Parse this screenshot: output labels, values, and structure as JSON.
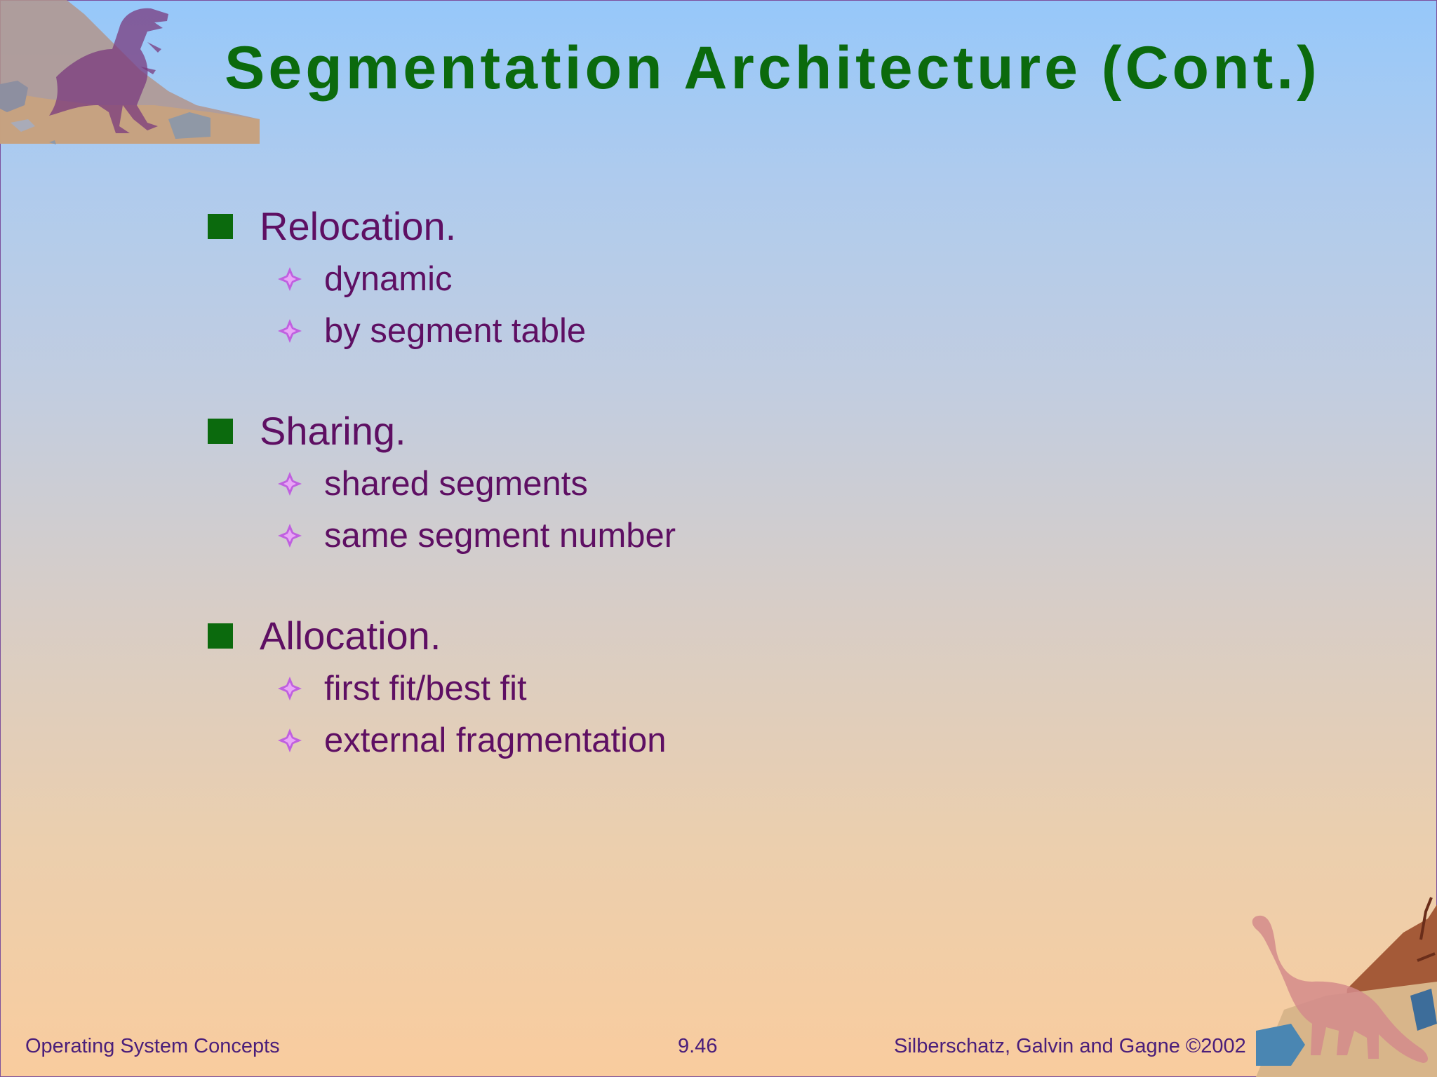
{
  "slide": {
    "title": "Segmentation Architecture (Cont.)",
    "sections": [
      {
        "label": "Relocation.",
        "items": [
          "dynamic",
          "by segment table"
        ]
      },
      {
        "label": "Sharing.",
        "items": [
          "shared segments",
          "same segment number"
        ]
      },
      {
        "label": "Allocation.",
        "items": [
          "first fit/best fit",
          "external fragmentation"
        ]
      }
    ],
    "footer": {
      "left": "Operating System Concepts",
      "center": "9.46",
      "right": "Silberschatz, Galvin and  Gagne ©2002"
    }
  },
  "colors": {
    "title": "#0b6a0d",
    "bullet_square": "#0b6a0d",
    "text": "#5e0f63",
    "diamond": "#c060e0",
    "footer": "#4a1e7a"
  },
  "icons": {
    "level1_bullet": "square-bullet-icon",
    "level2_bullet": "diamond-sparkle-icon",
    "corner_top_left": "t-rex-dinosaur-illustration",
    "corner_bottom_right": "brontosaurus-dinosaur-illustration"
  }
}
